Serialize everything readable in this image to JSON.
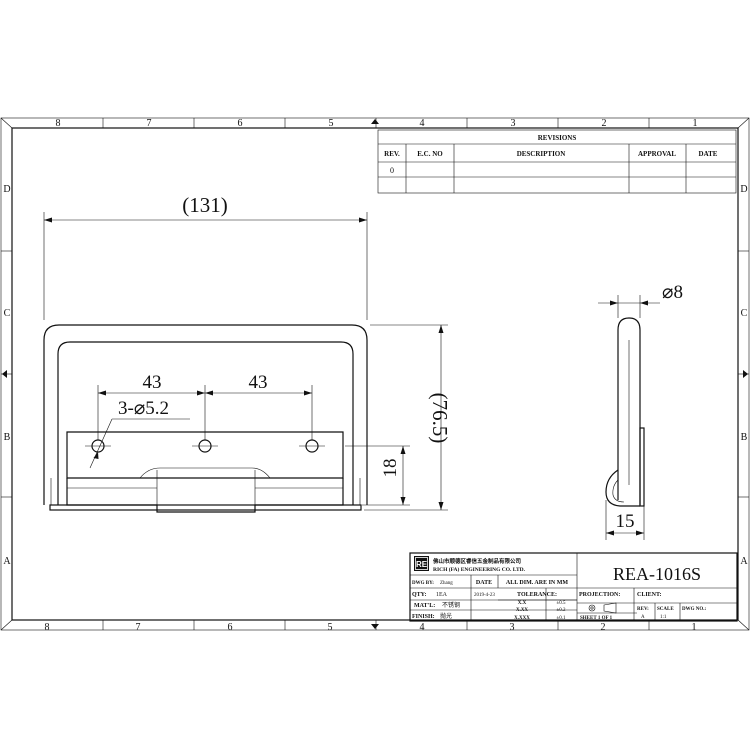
{
  "border": {
    "columns_top": [
      "8",
      "7",
      "6",
      "5",
      "4",
      "3",
      "2",
      "1"
    ],
    "columns_bottom": [
      "8",
      "7",
      "6",
      "5",
      "4",
      "3",
      "2",
      "1"
    ],
    "rows_left": [
      "D",
      "C",
      "B",
      "A"
    ],
    "rows_right": [
      "D",
      "C",
      "B",
      "A"
    ]
  },
  "revisions": {
    "title": "REVISIONS",
    "headers": [
      "REV.",
      "E.C. NO",
      "DESCRIPTION",
      "APPROVAL",
      "DATE"
    ],
    "rows": [
      [
        "0",
        "",
        "",
        "",
        ""
      ]
    ]
  },
  "dimensions": {
    "overall_width": "(131)",
    "spacing_left": "43",
    "spacing_right": "43",
    "holes": "3-⌀5.2",
    "plate_height": "18",
    "overall_height": "(76.5)",
    "wire_dia": "⌀8",
    "side_depth": "15"
  },
  "title_block": {
    "logo": "RE",
    "company_cn": "佛山市顺德区睿信五金制品有限公司",
    "company_en": "RICH (FA) ENGINEERING CO. LTD.",
    "part_no": "REA-1016S",
    "dwg_by_label": "DWG BY:",
    "dwg_by": "Zhang",
    "date_label": "DATE",
    "date": "2019-4-23",
    "units_note": "ALL DIM. ARE IN MM",
    "qty_label": "QTY:",
    "qty": "1EA",
    "tolerance_label": "TOLERANCE:",
    "tolerances": [
      [
        "X.X",
        "±0.5"
      ],
      [
        "X.XX",
        "±0.2"
      ],
      [
        "X.XXX",
        "±0.1"
      ]
    ],
    "matl_label": "MAT'L:",
    "matl": "不锈钢",
    "finish_label": "FINISH:",
    "finish": "抛光",
    "projection_label": "PROJECTION:",
    "client_label": "CLIENT:",
    "sheet": "SHEET 1 OF 1",
    "rev_label": "REV:",
    "rev": "A",
    "scale_label": "SCALE",
    "scale": "1:1",
    "dwg_no_label": "DWG NO.:"
  }
}
